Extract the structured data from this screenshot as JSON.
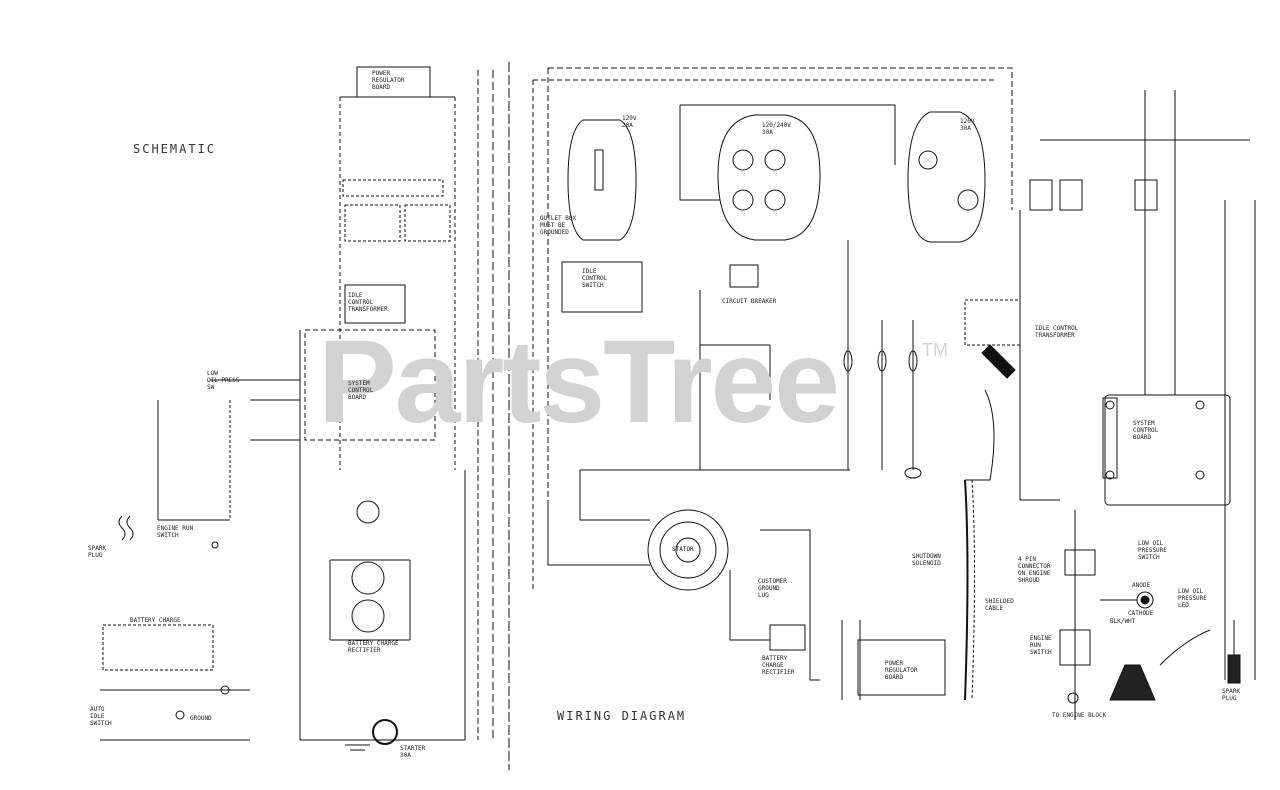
{
  "watermark": {
    "text": "PartsTree",
    "trademark": "TM"
  },
  "titles": {
    "schematic": "SCHEMATIC",
    "wiring": "WIRING DIAGRAM"
  },
  "schematic_labels": {
    "power_regulator": "POWER\nREGULATOR\nBOARD",
    "idle_control": "IDLE\nCONTROL\nTRANSFORMER",
    "system_control": "SYSTEM\nCONTROL\nBOARD",
    "oil_pressure": "LOW\nOIL PRESS\nSW",
    "battery_charge": "BATTERY CHARGE",
    "engine_run": "ENGINE RUN\nSWITCH",
    "starter": "STARTER\n30A",
    "spark_plug": "SPARK\nPLUG",
    "auto_idle": "AUTO\nIDLE\nSWITCH",
    "ground": "GROUND",
    "battery_charge_rect": "BATTERY CHARGE\nRECTIFIER"
  },
  "wiring_labels": {
    "receptacle_120v_20a": "120V\n20A",
    "receptacle_240v_30a": "120/240V\n30A",
    "receptacle_120v_30a": "120V\n30A",
    "idle_control_switch": "IDLE\nCONTROL\nSWITCH",
    "outlet_box": "OUTLET BOX\nMUST BE\nGROUNDED",
    "circuit_breaker": "CIRCUIT BREAKER",
    "idle_control_transformer": "IDLE CONTROL\nTRANSFORMER",
    "stator": "STATOR",
    "customer_ground_lug": "CUSTOMER\nGROUND\nLUG",
    "battery_charge_rectifier": "BATTERY\nCHARGE\nRECTIFIER",
    "power_regulator_board": "POWER\nREGULATOR\nBOARD",
    "shielded_cable": "SHIELDED\nCABLE",
    "system_control_board": "SYSTEM\nCONTROL\nBOARD",
    "shutdown_solenoid": "SHUTDOWN\nSOLENOID",
    "connector_engine": "4 PIN\nCONNECTOR\nON ENGINE\nSHROUD",
    "engine_run_switch": "ENGINE\nRUN\nSWITCH",
    "low_oil_led": "LOW OIL\nPRESSURE\nLED",
    "anode": "ANODE",
    "cathode": "CATHODE",
    "oil_pressure_switch": "LOW OIL\nPRESSURE\nSWITCH",
    "engine_block": "TO ENGINE BLOCK",
    "spark_plug": "SPARK\nPLUG",
    "blk_wht": "BLK/WHT"
  }
}
